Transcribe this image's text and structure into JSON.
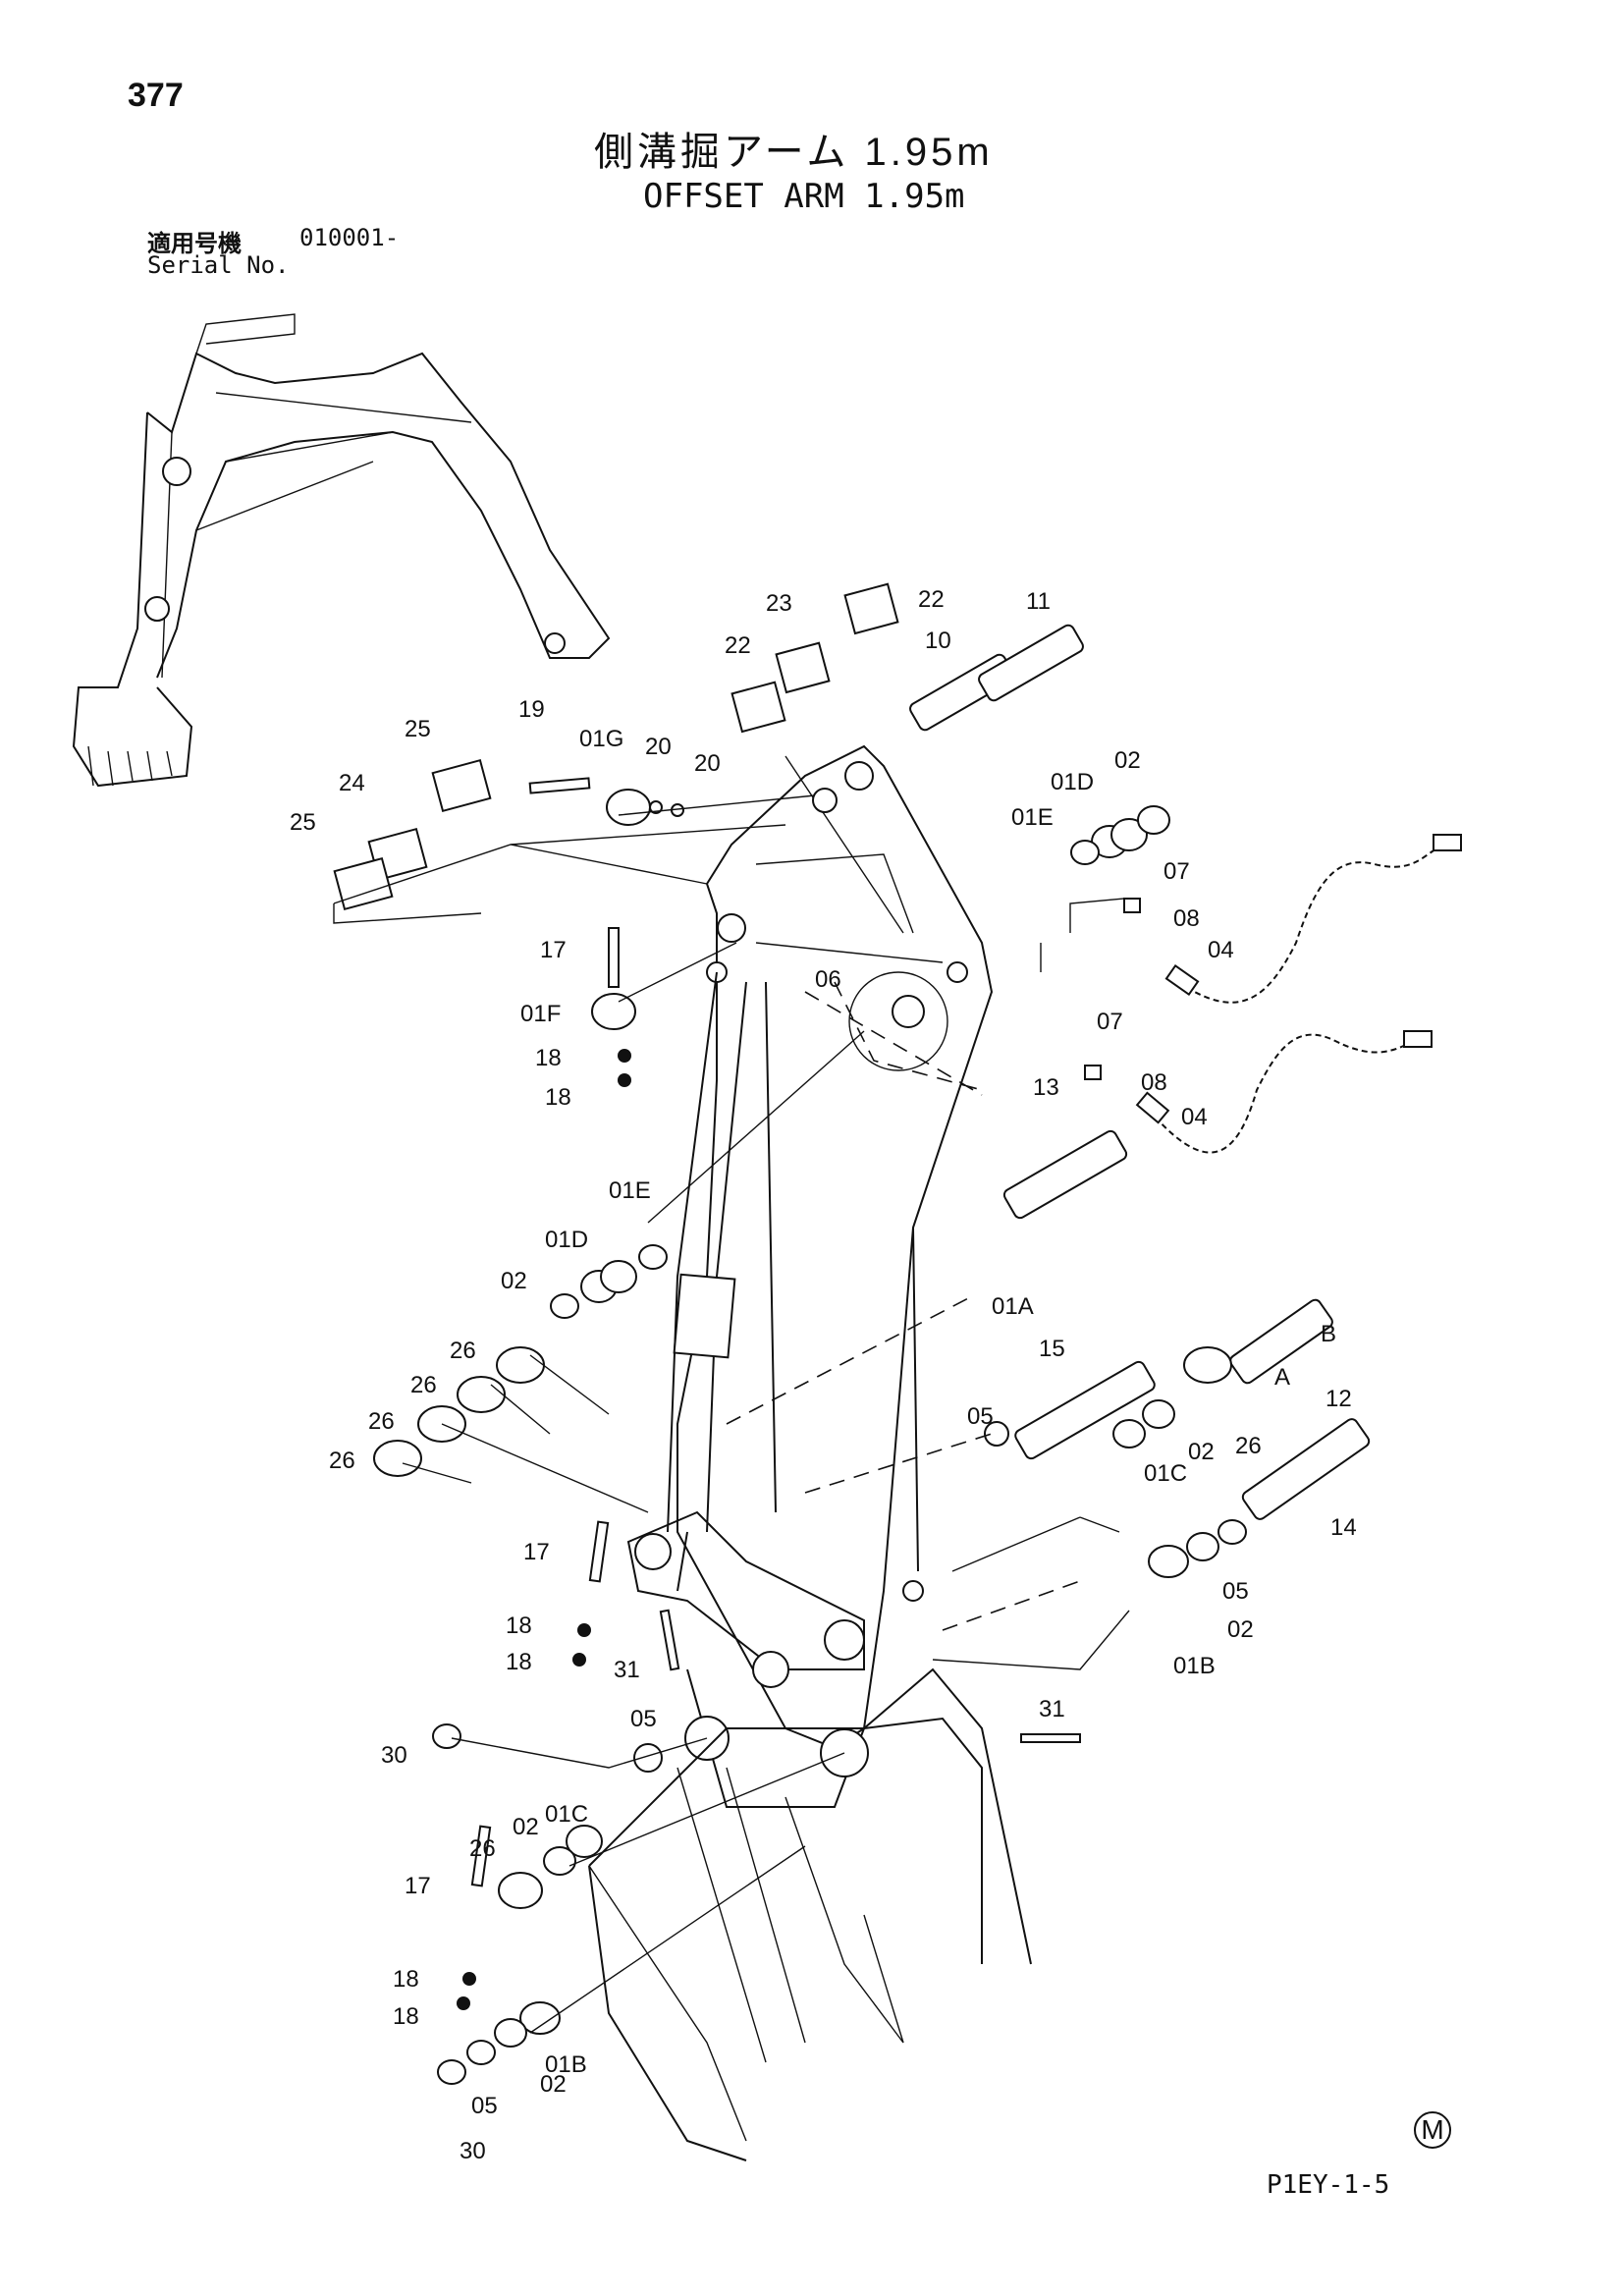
{
  "header": {
    "page_number": "377",
    "title_jp": "側溝掘アーム 1.95m",
    "title_en": "OFFSET ARM 1.95m",
    "serial_label_jp": "適用号機",
    "serial_value": "010001-",
    "serial_label_en": "Serial No."
  },
  "footer": {
    "marker": "M",
    "drawing_code": "P1EY-1-5"
  },
  "callouts": [
    {
      "id": "c-01A",
      "text": "01A"
    },
    {
      "id": "c-01B-r",
      "text": "01B"
    },
    {
      "id": "c-01B-l",
      "text": "01B"
    },
    {
      "id": "c-01C-r",
      "text": "01C"
    },
    {
      "id": "c-01C-l",
      "text": "01C"
    },
    {
      "id": "c-01D-t",
      "text": "01D"
    },
    {
      "id": "c-01D-m",
      "text": "01D"
    },
    {
      "id": "c-01E-t",
      "text": "01E"
    },
    {
      "id": "c-01E-m",
      "text": "01E"
    },
    {
      "id": "c-01F",
      "text": "01F"
    },
    {
      "id": "c-01G",
      "text": "01G"
    },
    {
      "id": "c-02-a",
      "text": "02"
    },
    {
      "id": "c-02-b",
      "text": "02"
    },
    {
      "id": "c-02-c",
      "text": "02"
    },
    {
      "id": "c-02-d",
      "text": "02"
    },
    {
      "id": "c-02-e",
      "text": "02"
    },
    {
      "id": "c-02-f",
      "text": "02"
    },
    {
      "id": "c-04-a",
      "text": "04"
    },
    {
      "id": "c-04-b",
      "text": "04"
    },
    {
      "id": "c-05-a",
      "text": "05"
    },
    {
      "id": "c-05-b",
      "text": "05"
    },
    {
      "id": "c-05-c",
      "text": "05"
    },
    {
      "id": "c-05-d",
      "text": "05"
    },
    {
      "id": "c-06",
      "text": "06"
    },
    {
      "id": "c-07-a",
      "text": "07"
    },
    {
      "id": "c-07-b",
      "text": "07"
    },
    {
      "id": "c-08-a",
      "text": "08"
    },
    {
      "id": "c-08-b",
      "text": "08"
    },
    {
      "id": "c-10",
      "text": "10"
    },
    {
      "id": "c-11",
      "text": "11"
    },
    {
      "id": "c-12",
      "text": "12"
    },
    {
      "id": "c-A",
      "text": "A"
    },
    {
      "id": "c-B",
      "text": "B"
    },
    {
      "id": "c-13",
      "text": "13"
    },
    {
      "id": "c-14",
      "text": "14"
    },
    {
      "id": "c-15",
      "text": "15"
    },
    {
      "id": "c-17-a",
      "text": "17"
    },
    {
      "id": "c-17-b",
      "text": "17"
    },
    {
      "id": "c-17-c",
      "text": "17"
    },
    {
      "id": "c-18-a",
      "text": "18"
    },
    {
      "id": "c-18-b",
      "text": "18"
    },
    {
      "id": "c-18-c",
      "text": "18"
    },
    {
      "id": "c-18-d",
      "text": "18"
    },
    {
      "id": "c-18-e",
      "text": "18"
    },
    {
      "id": "c-18-f",
      "text": "18"
    },
    {
      "id": "c-19",
      "text": "19"
    },
    {
      "id": "c-20-a",
      "text": "20"
    },
    {
      "id": "c-20-b",
      "text": "20"
    },
    {
      "id": "c-22-a",
      "text": "22"
    },
    {
      "id": "c-22-b",
      "text": "22"
    },
    {
      "id": "c-23",
      "text": "23"
    },
    {
      "id": "c-24",
      "text": "24"
    },
    {
      "id": "c-25-a",
      "text": "25"
    },
    {
      "id": "c-25-b",
      "text": "25"
    },
    {
      "id": "c-26-a",
      "text": "26"
    },
    {
      "id": "c-26-b",
      "text": "26"
    },
    {
      "id": "c-26-c",
      "text": "26"
    },
    {
      "id": "c-26-d",
      "text": "26"
    },
    {
      "id": "c-26-e",
      "text": "26"
    },
    {
      "id": "c-26-f",
      "text": "26"
    },
    {
      "id": "c-30-a",
      "text": "30"
    },
    {
      "id": "c-30-b",
      "text": "30"
    },
    {
      "id": "c-31-a",
      "text": "31"
    },
    {
      "id": "c-31-b",
      "text": "31"
    }
  ]
}
